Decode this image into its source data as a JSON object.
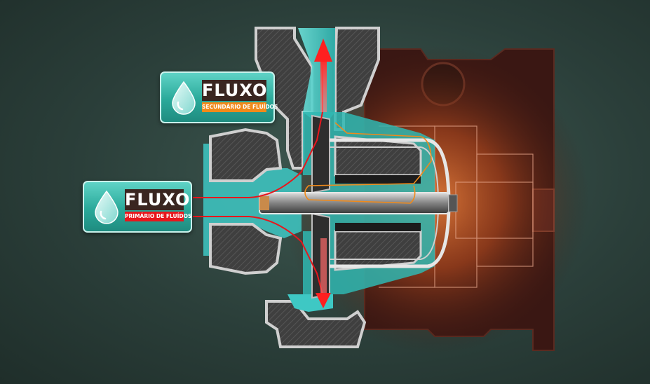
{
  "labels": {
    "secondary": {
      "title": "FLUXO",
      "subtitle": "SECUNDÁRIO DE FLUÍDOS",
      "accent": "#f08a1a"
    },
    "primary": {
      "title": "FLUXO",
      "subtitle": "PRIMÁRIO DE FLUÍDOS",
      "accent": "#e8161c"
    }
  },
  "colors": {
    "fluid": "#3ec8c4",
    "housing": "#4a4a4a",
    "flow_arrow": "#e8161c",
    "flow_line_secondary": "#f08a1a",
    "glow": "#c8571e"
  },
  "icons": [
    "water-drop-icon",
    "flow-arrow-up-icon",
    "flow-arrow-down-icon"
  ]
}
